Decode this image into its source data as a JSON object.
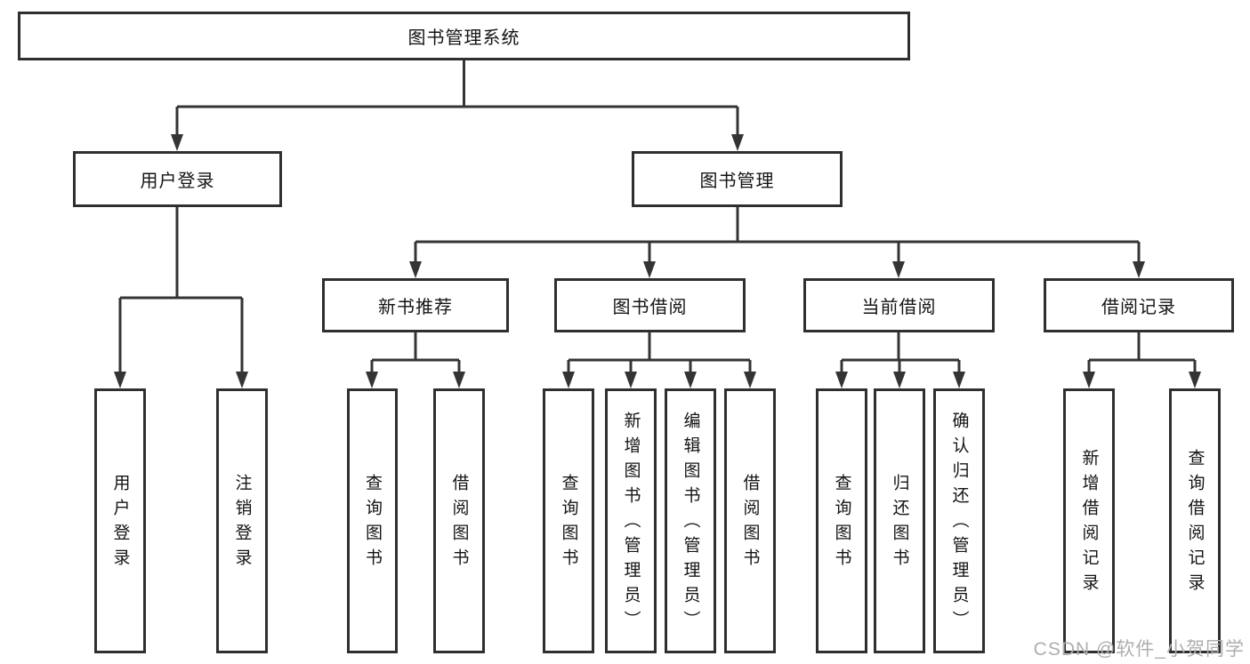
{
  "colors": {
    "background": "#ffffff",
    "box_border": "#2f2f2f",
    "line": "#343434",
    "text": "#141414",
    "watermark": "#aeaeae"
  },
  "tree": {
    "label": "图书管理系统",
    "children": [
      {
        "label": "用户登录",
        "children": [
          {
            "label": "用户登录"
          },
          {
            "label": "注销登录"
          }
        ]
      },
      {
        "label": "图书管理",
        "children": [
          {
            "label": "新书推荐",
            "children": [
              {
                "label": "查询图书"
              },
              {
                "label": "借阅图书"
              }
            ]
          },
          {
            "label": "图书借阅",
            "children": [
              {
                "label": "查询图书"
              },
              {
                "label": "新增图书（管理员）"
              },
              {
                "label": "编辑图书（管理员）"
              },
              {
                "label": "借阅图书"
              }
            ]
          },
          {
            "label": "当前借阅",
            "children": [
              {
                "label": "查询图书"
              },
              {
                "label": "归还图书"
              },
              {
                "label": "确认归还（管理员）"
              }
            ]
          },
          {
            "label": "借阅记录",
            "children": [
              {
                "label": "新增借阅记录"
              },
              {
                "label": "查询借阅记录"
              }
            ]
          }
        ]
      }
    ]
  },
  "watermark": {
    "text": "CSDN @软件_小贺同学"
  }
}
